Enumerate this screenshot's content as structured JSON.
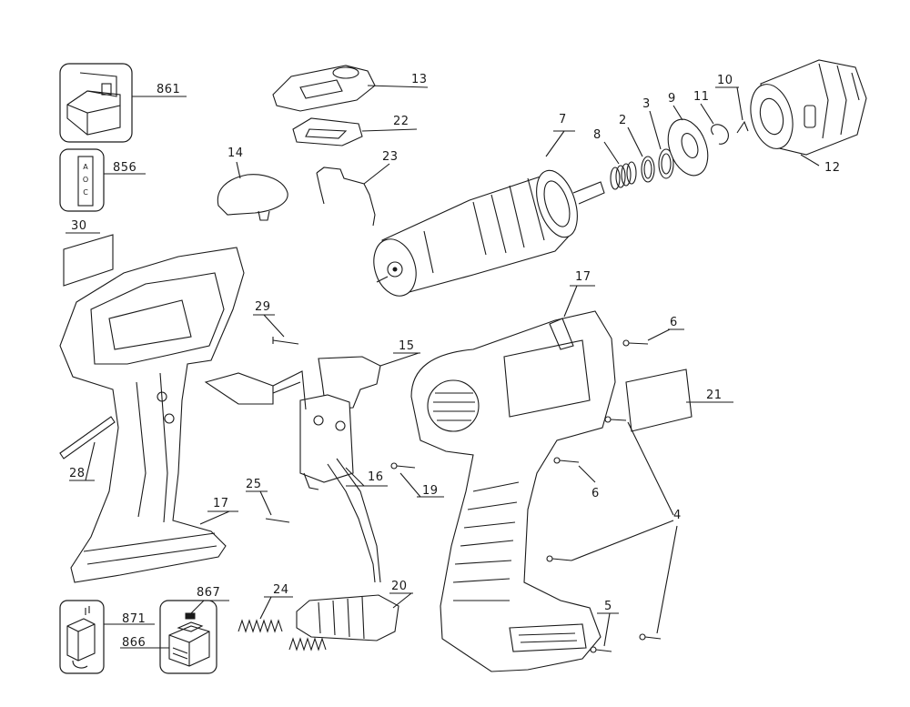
{
  "labels": {
    "l861": "861",
    "l856": "856",
    "l13": "13",
    "l22": "22",
    "l14": "14",
    "l23": "23",
    "l30": "30",
    "l7": "7",
    "l8": "8",
    "l2": "2",
    "l3": "3",
    "l9": "9",
    "l11": "11",
    "l10": "10",
    "l12": "12",
    "l17a": "17",
    "l29": "29",
    "l15": "15",
    "l6a": "6",
    "l21": "21",
    "l28": "28",
    "l16": "16",
    "l19": "19",
    "l6b": "6",
    "l4": "4",
    "l25": "25",
    "l17b": "17",
    "l24": "24",
    "l20": "20",
    "l5": "5",
    "l867": "867",
    "l871": "871",
    "l866": "866"
  },
  "colors": {
    "ink": "#1a1a1a",
    "paper": "#ffffff"
  }
}
